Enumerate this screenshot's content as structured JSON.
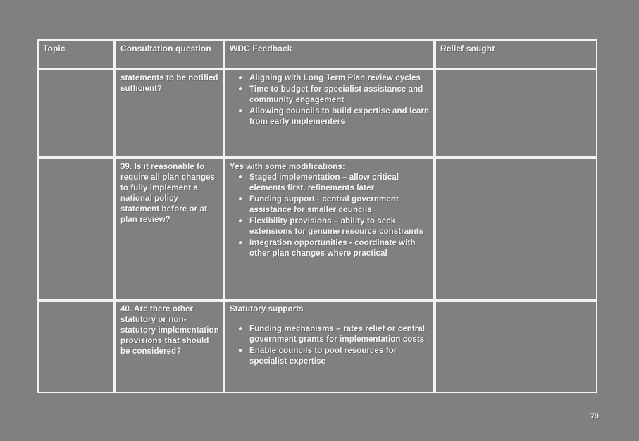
{
  "document": {
    "page_number": "79",
    "background_color": "#808080",
    "border_color": "#f2f2f2",
    "text_color": "#f4f4f4"
  },
  "table": {
    "headers": [
      {
        "label": "Topic"
      },
      {
        "label": "Consultation question"
      },
      {
        "label": "WDC Feedback"
      },
      {
        "label": "Relief sought"
      }
    ],
    "rows": [
      {
        "topic": "",
        "question": "statements to be notified sufficient?",
        "feedback_lead": "",
        "feedback_bullets": [
          "Aligning with Long Term Plan review cycles",
          "Time to budget for specialist assistance and community engagement",
          "Allowing councils to build expertise and learn from early implementers"
        ],
        "relief": "",
        "bullet_glyph": "●"
      },
      {
        "topic": "",
        "question": "39. Is it reasonable to require all plan changes to fully implement a national policy statement before or at plan review?",
        "feedback_lead": "Yes with some modifications:",
        "feedback_bullets": [
          "Staged implementation – allow critical elements first, refinements later",
          "Funding support - central government assistance for smaller councils",
          "Flexibility provisions – ability to seek extensions for genuine resource constraints",
          "Integration opportunities - coordinate with other plan changes where practical"
        ],
        "relief": "",
        "bullet_glyph": "●"
      },
      {
        "topic": "",
        "question": "40. Are there other statutory or non-statutory implementation provisions that should be considered?",
        "feedback_lead": "Statutory supports",
        "feedback_bullets": [
          "Funding mechanisms – rates relief or central government grants for implementation costs",
          "Enable councils to pool resources for specialist expertise"
        ],
        "relief": "",
        "bullet_glyph": "●"
      }
    ]
  }
}
